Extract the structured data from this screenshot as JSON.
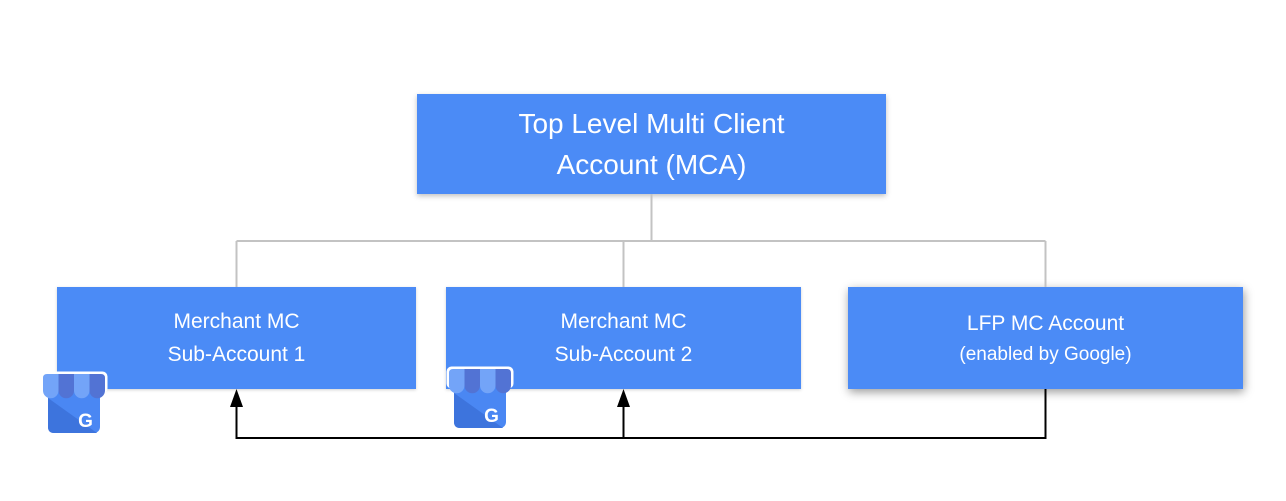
{
  "diagram": {
    "nodes": {
      "mca": {
        "line1": "Top Level Multi Client",
        "line2": "Account (MCA)"
      },
      "sub1": {
        "line1": "Merchant MC",
        "line2": "Sub-Account 1"
      },
      "sub2": {
        "line1": "Merchant MC",
        "line2": "Sub-Account 2"
      },
      "lfp": {
        "line1": "LFP MC Account",
        "line2": "(enabled by Google)"
      }
    },
    "edges": {
      "tree": [
        {
          "from": "mca",
          "to": "sub1",
          "style": "plain-gray"
        },
        {
          "from": "mca",
          "to": "sub2",
          "style": "plain-gray"
        },
        {
          "from": "mca",
          "to": "lfp",
          "style": "plain-gray"
        }
      ],
      "flow": [
        {
          "from": "lfp",
          "to": "sub1",
          "style": "black-arrow"
        },
        {
          "from": "lfp",
          "to": "sub2",
          "style": "black-arrow"
        }
      ]
    },
    "icons": {
      "business_profile": "google-business-profile-icon",
      "g_label": "G"
    },
    "colors": {
      "node_fill": "#4b8bf6",
      "node_text": "#ffffff",
      "tree_line": "#c3c3c3",
      "flow_line": "#000000",
      "icon_awning_light": "#73a4f8",
      "icon_awning_dark": "#5273d4",
      "icon_body": "#4a87f3",
      "icon_body_shadow": "#3d74dd",
      "icon_letter": "#ffffff",
      "background": "#ffffff"
    }
  }
}
